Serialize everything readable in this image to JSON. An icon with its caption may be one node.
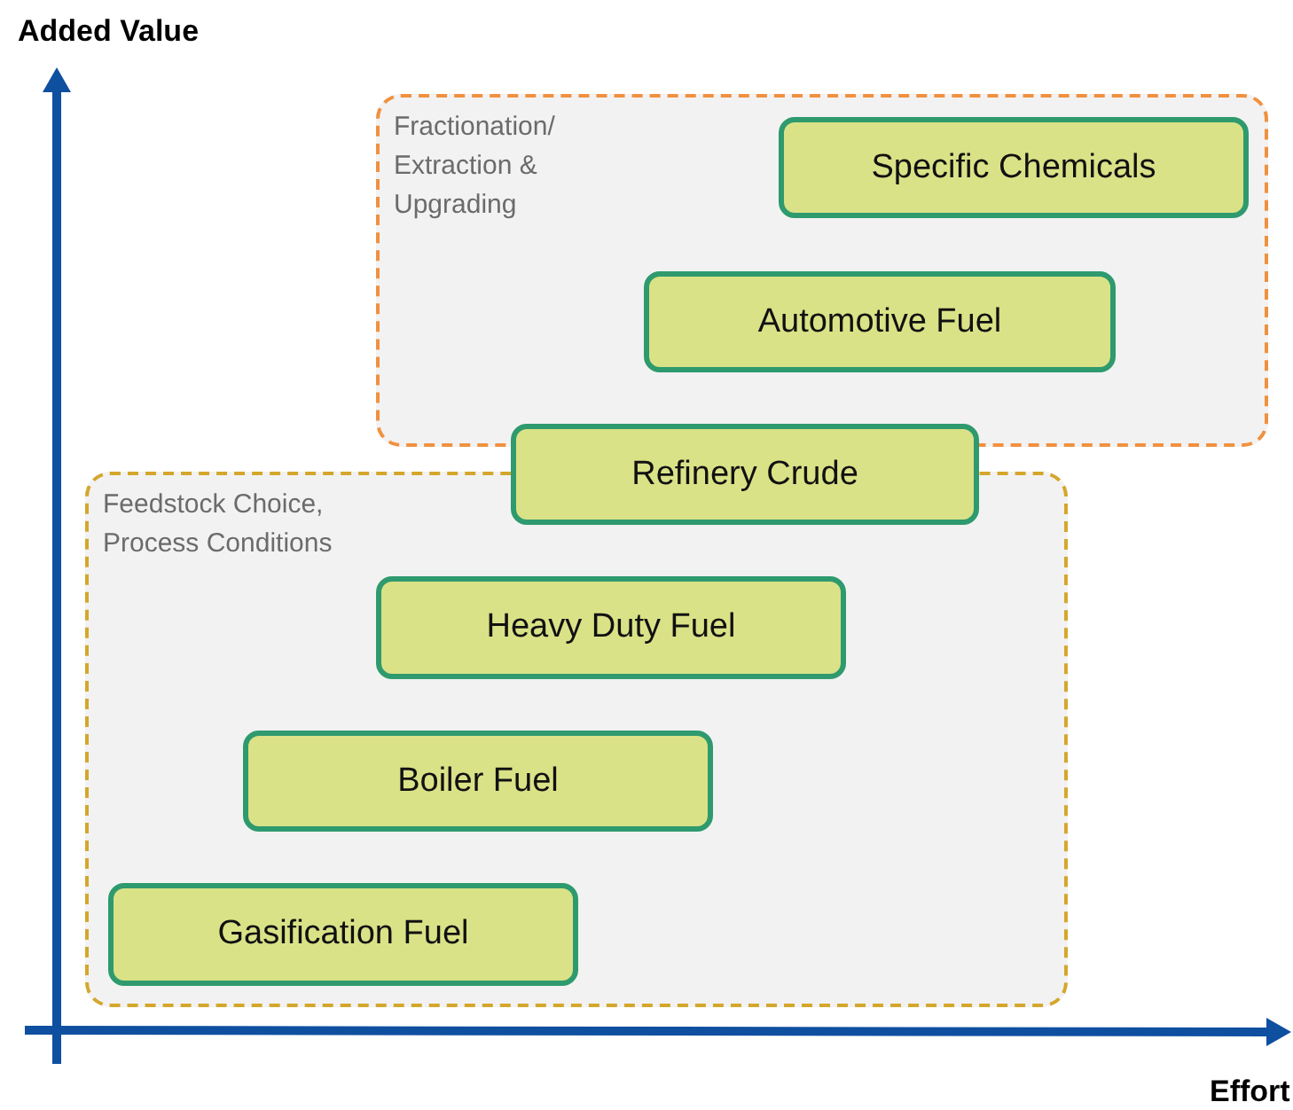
{
  "diagram": {
    "nodes": [
      {
        "text": [
          "Fractionation/ Extraction & Upgrading"
        ]
      },
      {
        "text": [
          "Specific Chemicals"
        ],
        "in": 0
      },
      {
        "text": [
          "Automotive Fuel"
        ],
        "in": 0
      },
      {
        "text": [
          "Refinery Crude"
        ]
      },
      {
        "text": [
          "Feedstock Choice, Process Conditions"
        ]
      },
      {
        "text": [
          "Heavy Duty Fuel"
        ],
        "in": 4
      },
      {
        "text": [
          "Boiler Fuel"
        ],
        "in": 4
      },
      {
        "text": [
          "Gasification Fuel"
        ],
        "in": 4
      }
    ],
    "labels": [
      "Added Value",
      "Effort"
    ]
  }
}
